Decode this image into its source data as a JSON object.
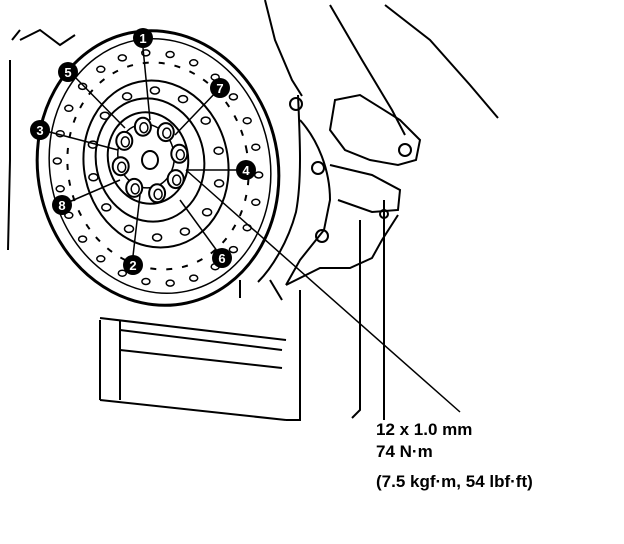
{
  "diagram": {
    "bolt_sequence_labels": [
      "1",
      "2",
      "3",
      "4",
      "5",
      "6",
      "7",
      "8"
    ],
    "spec": {
      "thread": "12 x 1.0 mm",
      "torque_nm": "74 N·m",
      "torque_alt": "(7.5 kgf·m, 54 lbf·ft)"
    },
    "colors": {
      "line": "#000000",
      "background": "#ffffff"
    }
  }
}
